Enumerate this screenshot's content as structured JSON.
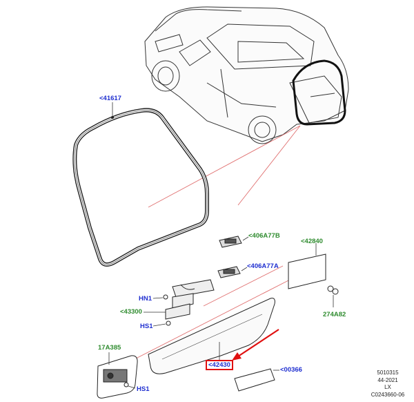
{
  "colors": {
    "callout_blue": "#1f2fd0",
    "callout_green": "#2e8b2e",
    "highlight_red": "#e01010",
    "leader_red": "#e07070"
  },
  "callouts": {
    "c41617": "<41617",
    "c406A77B": "<406A77B",
    "c406A77A": "<406A77A",
    "c42840": "<42840",
    "hn1": "HN1",
    "c43300": "<43300",
    "hs1_top": "HS1",
    "c274A82": "274A82",
    "c17A385": "17A385",
    "c42430": "<42430",
    "c00366": "<00366",
    "hs1_bottom": "HS1"
  },
  "drawing_info": {
    "line1": "5010315",
    "line2": "44-2021",
    "line3": "LX",
    "line4": "C0243660-06"
  }
}
